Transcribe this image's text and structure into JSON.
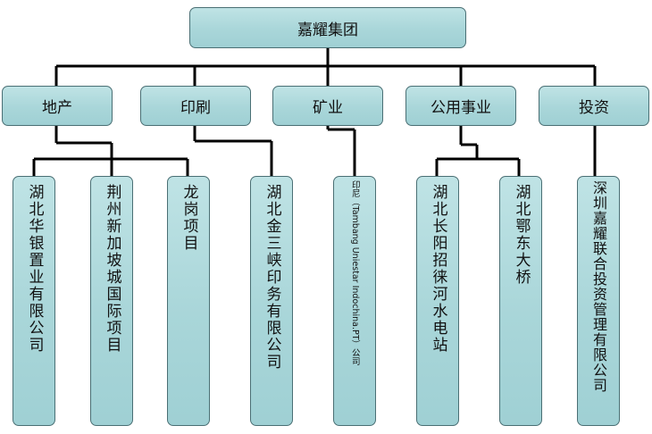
{
  "root": {
    "label": "嘉耀集团"
  },
  "categories": [
    {
      "label": "地产"
    },
    {
      "label": "印刷"
    },
    {
      "label": "矿业"
    },
    {
      "label": "公用事业"
    },
    {
      "label": "投资"
    }
  ],
  "companies": [
    {
      "label": "湖北华银置业有限公司"
    },
    {
      "label": "荆州新加坡城国际项目"
    },
    {
      "label": "龙岗项目"
    },
    {
      "label": "湖北金三峡印务有限公司"
    },
    {
      "label": "印尼（Tambang Uniestar Indochina.PT）公司"
    },
    {
      "label": "湖北长阳招徕河水电站"
    },
    {
      "label": "湖北鄂东大桥"
    },
    {
      "label": "深圳嘉耀联合投资管理有限公司"
    }
  ],
  "colors": {
    "box_fill": "#a9d6d9",
    "box_border": "#4a6f74",
    "line": "#000000"
  }
}
